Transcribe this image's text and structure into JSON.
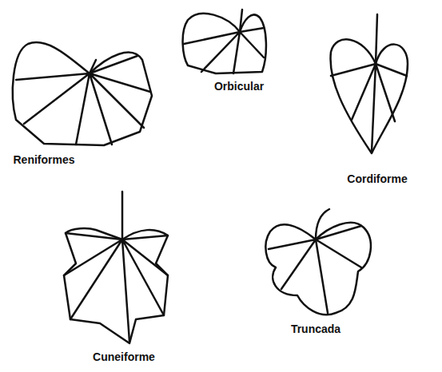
{
  "diagram": {
    "labels": [
      "Reniformes",
      "Orbicular",
      "Cordiforme",
      "Cuneiforme",
      "Truncada"
    ]
  }
}
